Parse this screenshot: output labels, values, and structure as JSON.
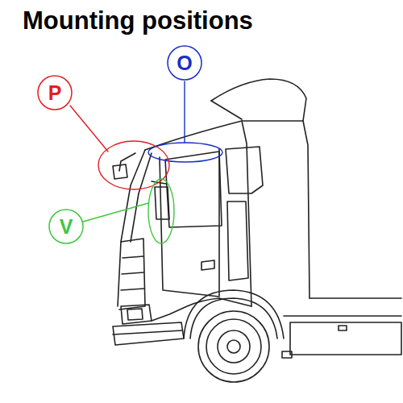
{
  "diagram": {
    "title": "Mounting positions",
    "nodes": [
      {
        "text": [
          "O"
        ]
      },
      {
        "text": [
          "P"
        ]
      },
      {
        "text": [
          "V"
        ]
      }
    ]
  }
}
